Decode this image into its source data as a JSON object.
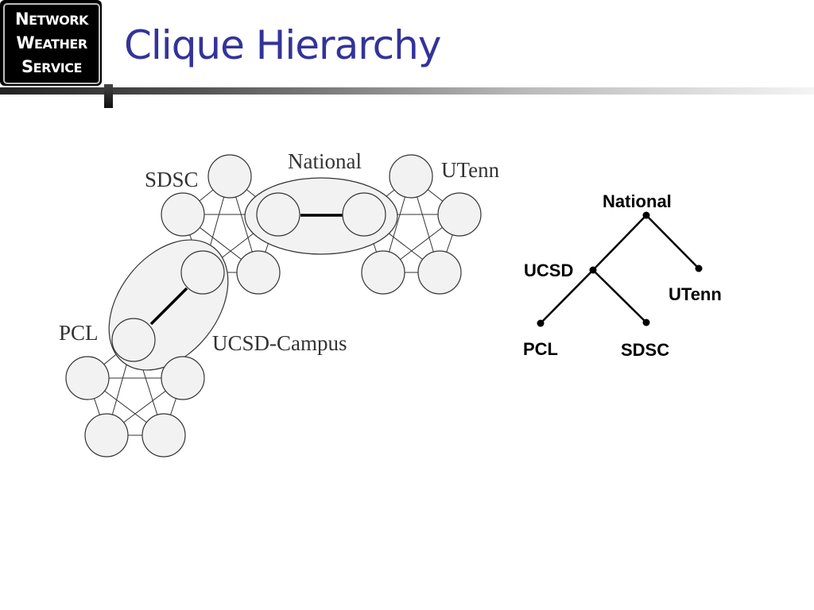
{
  "logo": {
    "line1_first": "N",
    "line1_rest": "ETWORK",
    "line2_first": "W",
    "line2_rest": "EATHER",
    "line3_first": "S",
    "line3_rest": "ERVICE"
  },
  "title": "Clique Hierarchy",
  "diagram_labels": {
    "national": "National",
    "sdsc": "SDSC",
    "utenn": "UTenn",
    "pcl": "PCL",
    "ucsd_campus": "UCSD-Campus"
  },
  "tree_labels": {
    "national": "National",
    "ucsd": "UCSD",
    "utenn": "UTenn",
    "pcl": "PCL",
    "sdsc": "SDSC"
  }
}
